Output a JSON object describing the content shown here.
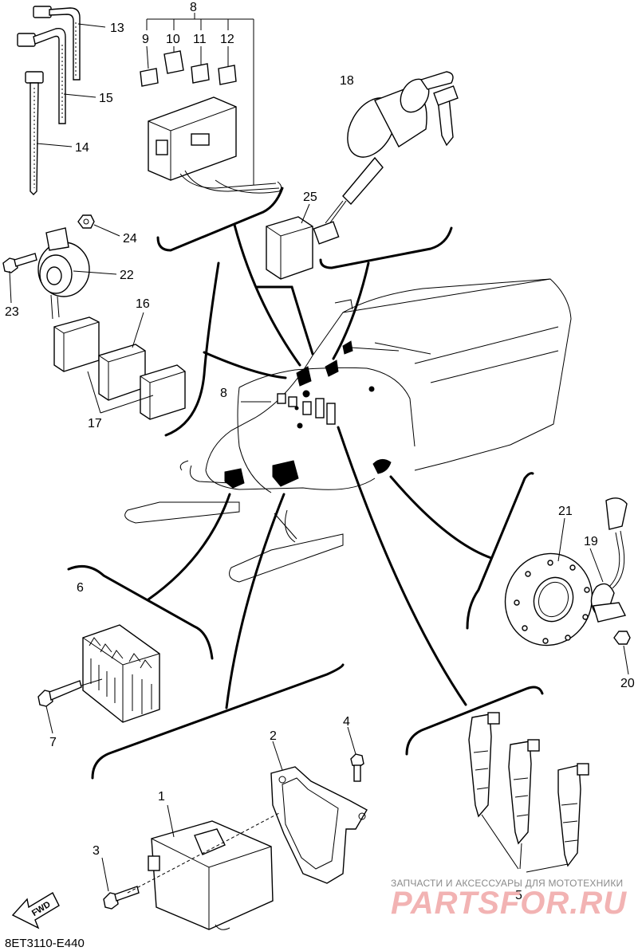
{
  "diagram": {
    "code": "8ET3110-E440",
    "fwd_label": "FWD",
    "watermark": {
      "line1": "ЗАПЧАСТИ И АКСЕССУАРЫ ДЛЯ МОТОТЕХНИКИ",
      "line2": "PARTSFOR.RU"
    },
    "labels": {
      "p1": "1",
      "p2": "2",
      "p3": "3",
      "p4": "4",
      "p5": "5",
      "p6": "6",
      "p7": "7",
      "p8": "8",
      "p8b": "8",
      "p9": "9",
      "p10": "10",
      "p11": "11",
      "p12": "12",
      "p13": "13",
      "p14": "14",
      "p15": "15",
      "p16": "16",
      "p17": "17",
      "p18": "18",
      "p19": "19",
      "p20": "20",
      "p21": "21",
      "p22": "22",
      "p23": "23",
      "p24": "24",
      "p25": "25"
    }
  }
}
